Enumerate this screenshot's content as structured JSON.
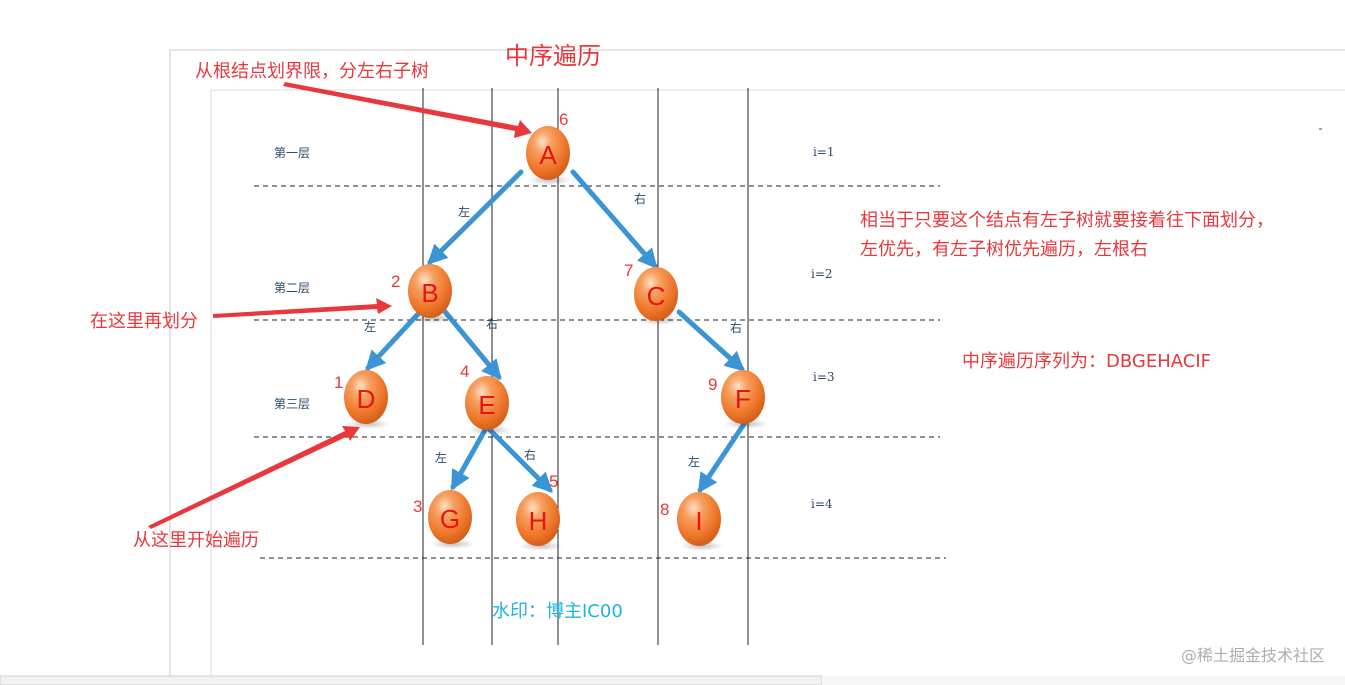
{
  "title": "中序遍历",
  "annotations": {
    "root_split": "从根结点划界限，分左右子树",
    "split_again": "在这里再划分",
    "start_here": "从这里开始遍历",
    "explain_line1": "相当于只要这个结点有左子树就要接着往下面划分，",
    "explain_line2": "左优先，有左子树优先遍历，左根右",
    "sequence": "中序遍历序列为：DBGEHACIF"
  },
  "layers": [
    {
      "label": "第一层",
      "level": "i=1"
    },
    {
      "label": "第二层",
      "level": "i=2"
    },
    {
      "label": "第三层",
      "level": "i=3"
    },
    {
      "label": "",
      "level": "i=4"
    }
  ],
  "nodes": [
    {
      "id": "A",
      "label": "A",
      "order": "6"
    },
    {
      "id": "B",
      "label": "B",
      "order": "2"
    },
    {
      "id": "C",
      "label": "C",
      "order": "7"
    },
    {
      "id": "D",
      "label": "D",
      "order": "1"
    },
    {
      "id": "E",
      "label": "E",
      "order": "4"
    },
    {
      "id": "F",
      "label": "F",
      "order": "9"
    },
    {
      "id": "G",
      "label": "G",
      "order": "3"
    },
    {
      "id": "H",
      "label": "H",
      "order": "5"
    },
    {
      "id": "I",
      "label": "I",
      "order": "8"
    }
  ],
  "edges": [
    {
      "from": "A",
      "to": "B",
      "label": "左"
    },
    {
      "from": "A",
      "to": "C",
      "label": "右"
    },
    {
      "from": "B",
      "to": "D",
      "label": "左"
    },
    {
      "from": "B",
      "to": "E",
      "label": "右"
    },
    {
      "from": "C",
      "to": "F",
      "label": "右"
    },
    {
      "from": "E",
      "to": "G",
      "label": "左"
    },
    {
      "from": "E",
      "to": "H",
      "label": "右"
    },
    {
      "from": "F",
      "to": "I",
      "label": "左"
    }
  ],
  "watermark": "水印：博主IC00",
  "corner_watermark": "@稀土掘金技术社区",
  "colors": {
    "edge": "#3b95d4",
    "annotation_arrow": "#e8383d",
    "node_orange": "#f07b2e",
    "node_letter": "#e8140f",
    "watermark": "#1fb4e0"
  }
}
